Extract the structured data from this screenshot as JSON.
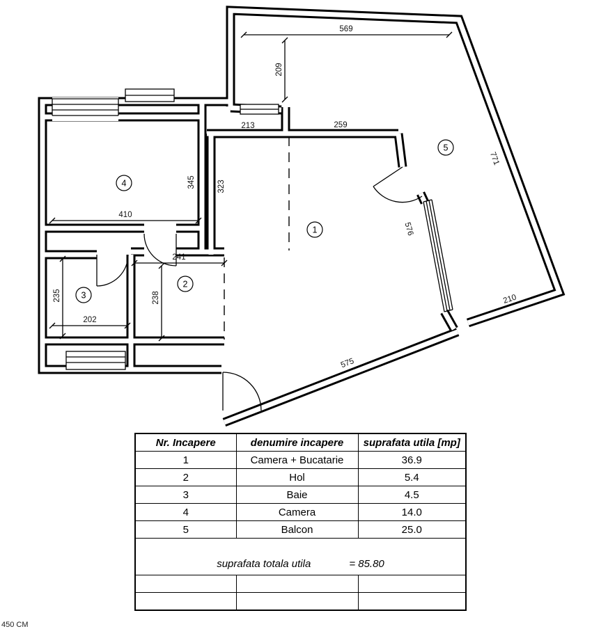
{
  "plan": {
    "dims": {
      "d569": "569",
      "d209": "209",
      "d213": "213",
      "d259": "259",
      "d771": "771",
      "d345": "345",
      "d323": "323",
      "d410": "410",
      "d576": "576",
      "d241": "241",
      "d238": "238",
      "d235": "235",
      "d202": "202",
      "d210": "210",
      "d575": "575"
    },
    "rooms": {
      "r1": "1",
      "r2": "2",
      "r3": "3",
      "r4": "4",
      "r5": "5"
    }
  },
  "table": {
    "headers": {
      "nr": "Nr. Incapere",
      "name": "denumire incapere",
      "area": "suprafata utila [mp]"
    },
    "rows": [
      {
        "nr": "1",
        "name": "Camera + Bucatarie",
        "area": "36.9"
      },
      {
        "nr": "2",
        "name": "Hol",
        "area": "5.4"
      },
      {
        "nr": "3",
        "name": "Baie",
        "area": "4.5"
      },
      {
        "nr": "4",
        "name": "Camera",
        "area": "14.0"
      },
      {
        "nr": "5",
        "name": "Balcon",
        "area": "25.0"
      }
    ],
    "total_label": "suprafata totala utila",
    "total_value": "= 85.80"
  },
  "footer_note": "450 CM"
}
